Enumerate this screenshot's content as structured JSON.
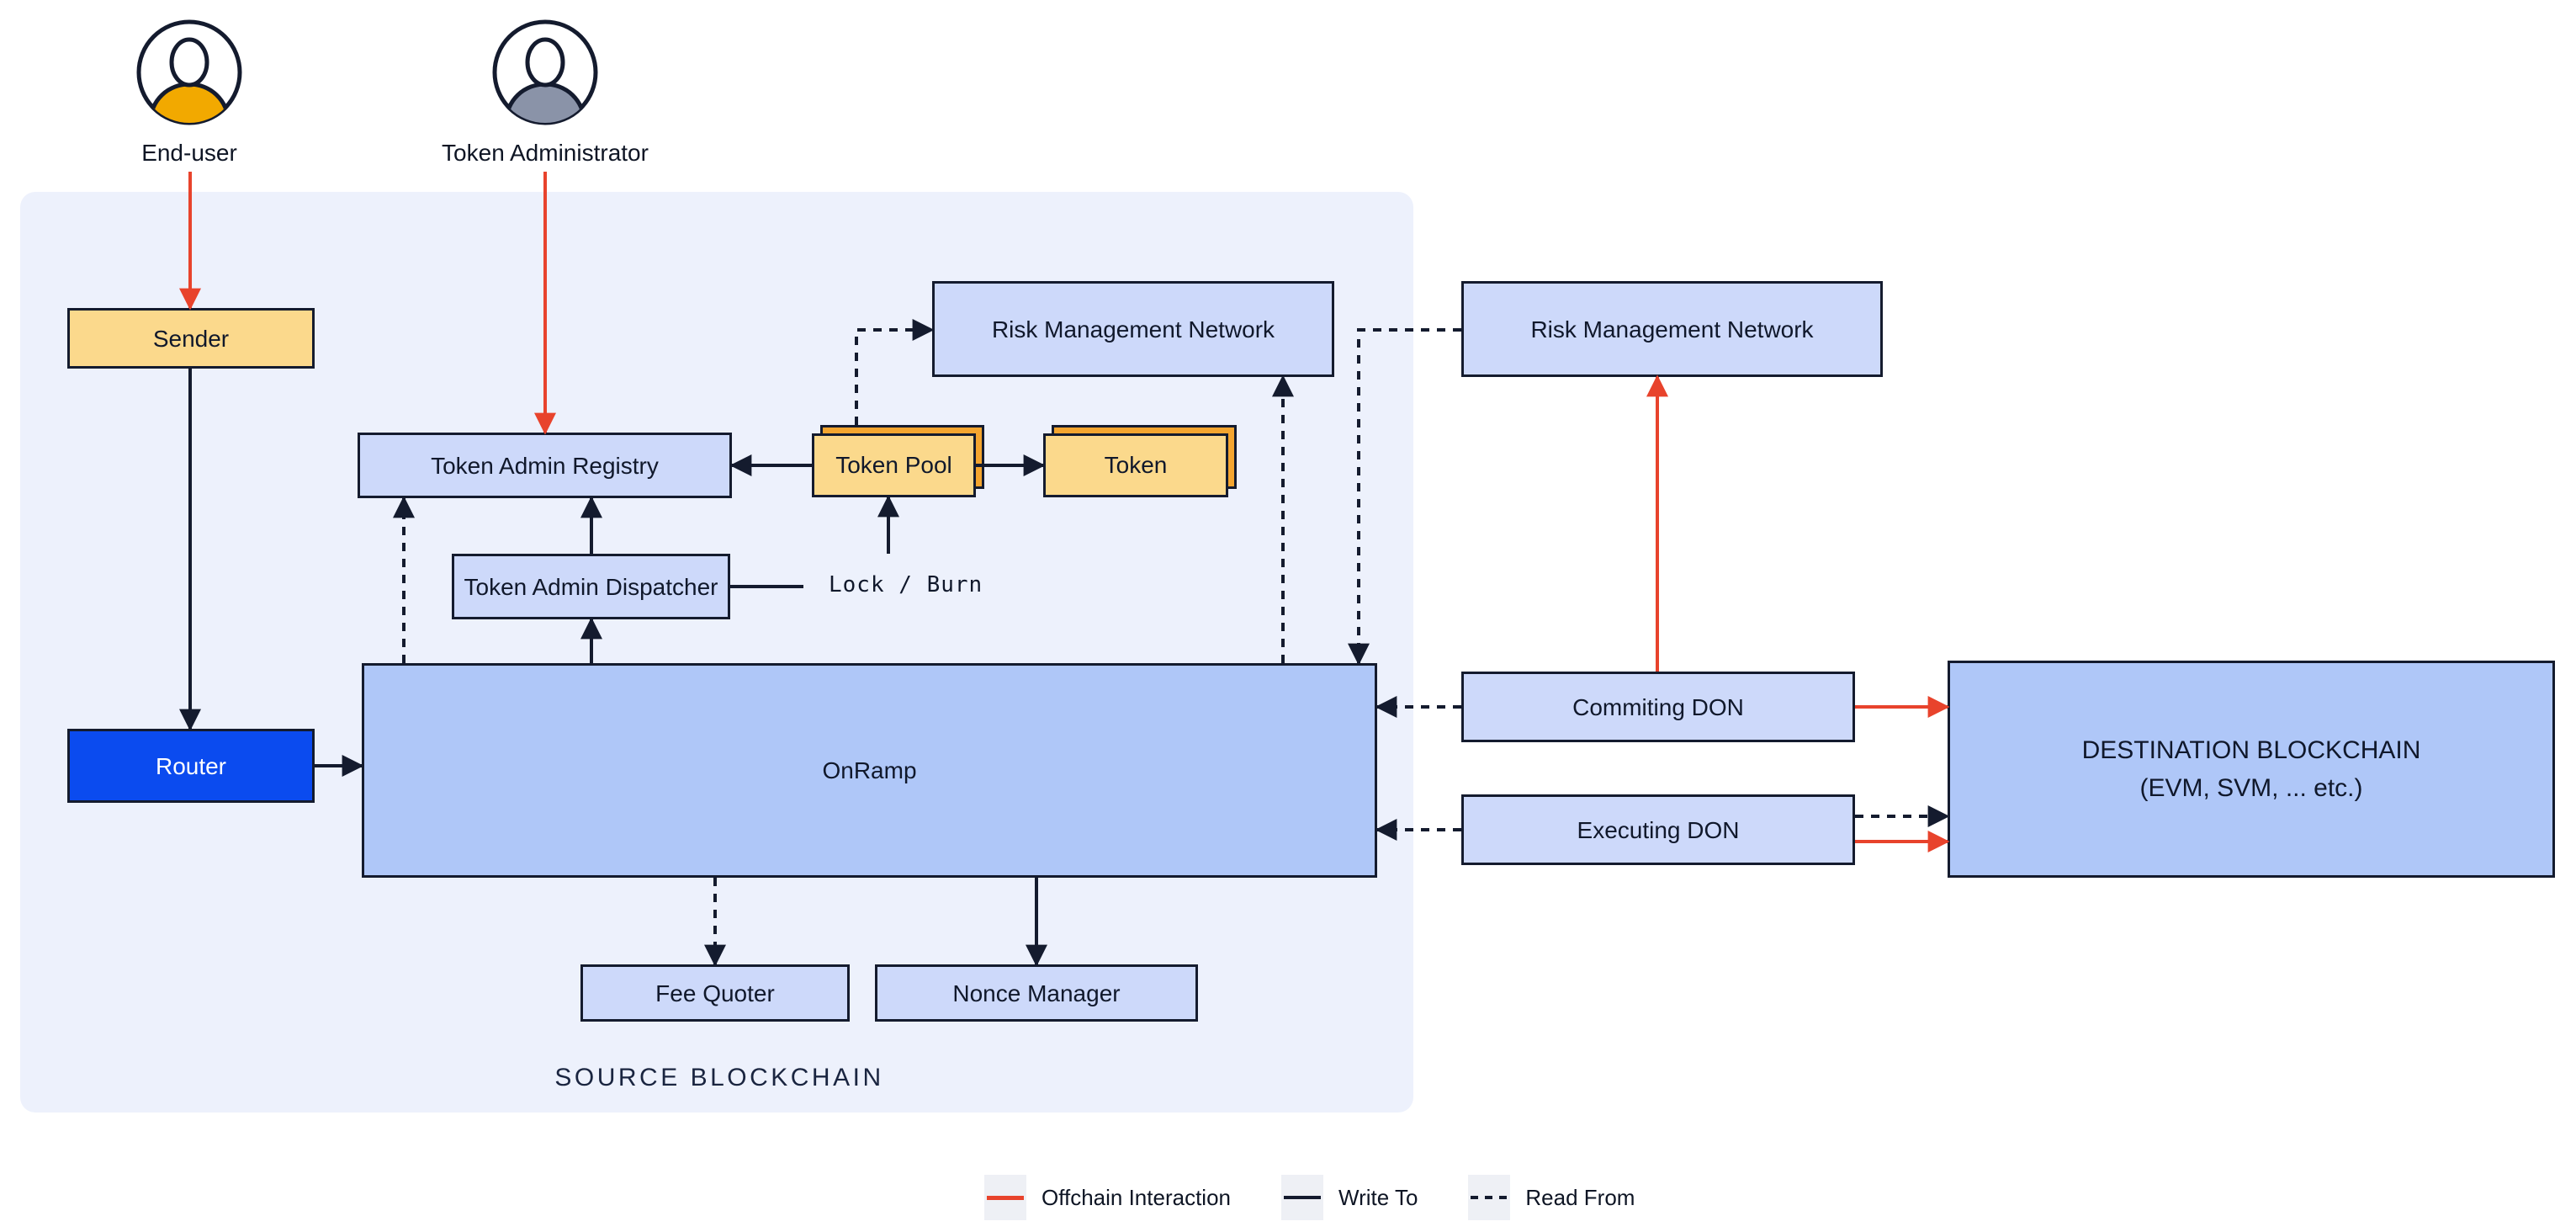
{
  "diagram": {
    "actors": [
      {
        "id": "end-user",
        "label": "End-user",
        "body_color": "#F2A900"
      },
      {
        "id": "token-administrator",
        "label": "Token Administrator",
        "body_color": "#8A93A8"
      }
    ],
    "panels": {
      "source": {
        "label": "SOURCE BLOCKCHAIN"
      }
    },
    "nodes": {
      "sender": {
        "label": "Sender"
      },
      "router": {
        "label": "Router"
      },
      "token_admin_registry": {
        "label": "Token Admin Registry"
      },
      "token_admin_dispatcher": {
        "label": "Token Admin Dispatcher"
      },
      "token_pool": {
        "label": "Token Pool"
      },
      "token": {
        "label": "Token"
      },
      "rmn_source": {
        "label": "Risk Management Network"
      },
      "rmn_offchain": {
        "label": "Risk Management Network"
      },
      "onramp": {
        "label": "OnRamp"
      },
      "fee_quoter": {
        "label": "Fee Quoter"
      },
      "nonce_manager": {
        "label": "Nonce Manager"
      },
      "commiting_don": {
        "label": "Commiting DON"
      },
      "executing_don": {
        "label": "Executing DON"
      },
      "destination": {
        "label_line1": "DESTINATION BLOCKCHAIN",
        "label_line2": "(EVM, SVM, ... etc.)"
      }
    },
    "annotations": {
      "lock_burn": "Lock / Burn"
    },
    "legend": {
      "items": [
        {
          "label": "Offchain Interaction",
          "line": "solid",
          "color": "#E8432C"
        },
        {
          "label": "Write To",
          "line": "solid",
          "color": "#141B2E"
        },
        {
          "label": "Read From",
          "line": "dashed",
          "color": "#141B2E"
        }
      ]
    },
    "colors": {
      "page_bg": "#FFFFFF",
      "panel_bg": "#EDF1FC",
      "box_light": "#CDD9FA",
      "box_medium": "#AFC7F8",
      "box_yellow": "#FBD98C",
      "card_orange": "#F4A52F",
      "router_blue": "#0B4BEF",
      "offchain_red": "#E8432C",
      "ink": "#141B2E"
    }
  }
}
